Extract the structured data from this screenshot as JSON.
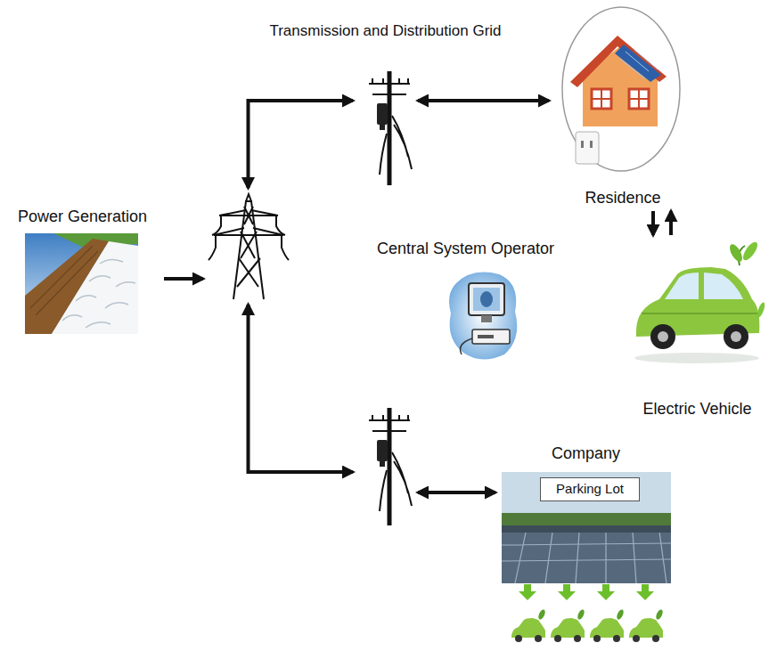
{
  "diagram": {
    "nodes": [
      {
        "text": [
          "Transmission and Distribution Grid"
        ]
      },
      {
        "text": [
          "Residence"
        ]
      },
      {
        "text": [
          "Power Generation"
        ]
      },
      {
        "text": []
      },
      {
        "text": [
          "Central System Operator"
        ]
      },
      {
        "text": [
          "Electric Vehicle"
        ]
      },
      {
        "text": []
      },
      {
        "text": [
          "Company"
        ]
      },
      {
        "text": [
          "Parking Lot"
        ],
        "in": 7
      }
    ],
    "edges": [
      {
        "from": 2,
        "to": 3,
        "arrow": "to"
      },
      {
        "from": 3,
        "to": 0,
        "arrow": "both"
      },
      {
        "from": 3,
        "to": 6,
        "arrow": "both"
      },
      {
        "from": 0,
        "to": 1,
        "arrow": "both"
      },
      {
        "from": 1,
        "to": 5,
        "arrow": "to"
      },
      {
        "from": 5,
        "to": 1,
        "arrow": "to"
      },
      {
        "from": 6,
        "to": 7,
        "arrow": "both"
      }
    ]
  }
}
